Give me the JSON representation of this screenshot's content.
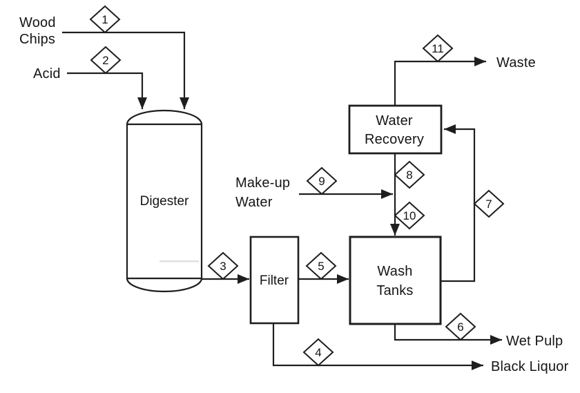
{
  "diagram_type": "process-flow-diagram",
  "colors": {
    "background": "#ffffff",
    "line": "#1e1e1e",
    "text": "#151515",
    "shape_fill": "#ffffff"
  },
  "units": {
    "digester": {
      "label": "Digester"
    },
    "filter": {
      "label": "Filter"
    },
    "wash_tanks": {
      "line1": "Wash",
      "line2": "Tanks"
    },
    "water_recovery": {
      "line1": "Water",
      "line2": "Recovery"
    }
  },
  "terminals": {
    "wood_chips": {
      "line1": "Wood",
      "line2": "Chips"
    },
    "acid": {
      "label": "Acid"
    },
    "makeup_water": {
      "line1": "Make-up",
      "line2": "Water"
    },
    "waste": {
      "label": "Waste"
    },
    "wet_pulp": {
      "label": "Wet Pulp"
    },
    "black_liquor": {
      "label": "Black Liquor"
    }
  },
  "streams": [
    {
      "number": "1",
      "from": "Wood Chips",
      "to": "Digester"
    },
    {
      "number": "2",
      "from": "Acid",
      "to": "Digester"
    },
    {
      "number": "3",
      "from": "Digester",
      "to": "Filter"
    },
    {
      "number": "4",
      "from": "Filter",
      "to": "Black Liquor"
    },
    {
      "number": "5",
      "from": "Filter",
      "to": "Wash Tanks"
    },
    {
      "number": "6",
      "from": "Wash Tanks",
      "to": "Wet Pulp"
    },
    {
      "number": "7",
      "from": "Wash Tanks",
      "to": "Water Recovery"
    },
    {
      "number": "8",
      "from": "Water Recovery",
      "to": "wash-water junction"
    },
    {
      "number": "9",
      "from": "Make-up Water",
      "to": "wash-water junction"
    },
    {
      "number": "10",
      "from": "wash-water junction",
      "to": "Wash Tanks"
    },
    {
      "number": "11",
      "from": "Water Recovery",
      "to": "Waste"
    }
  ]
}
